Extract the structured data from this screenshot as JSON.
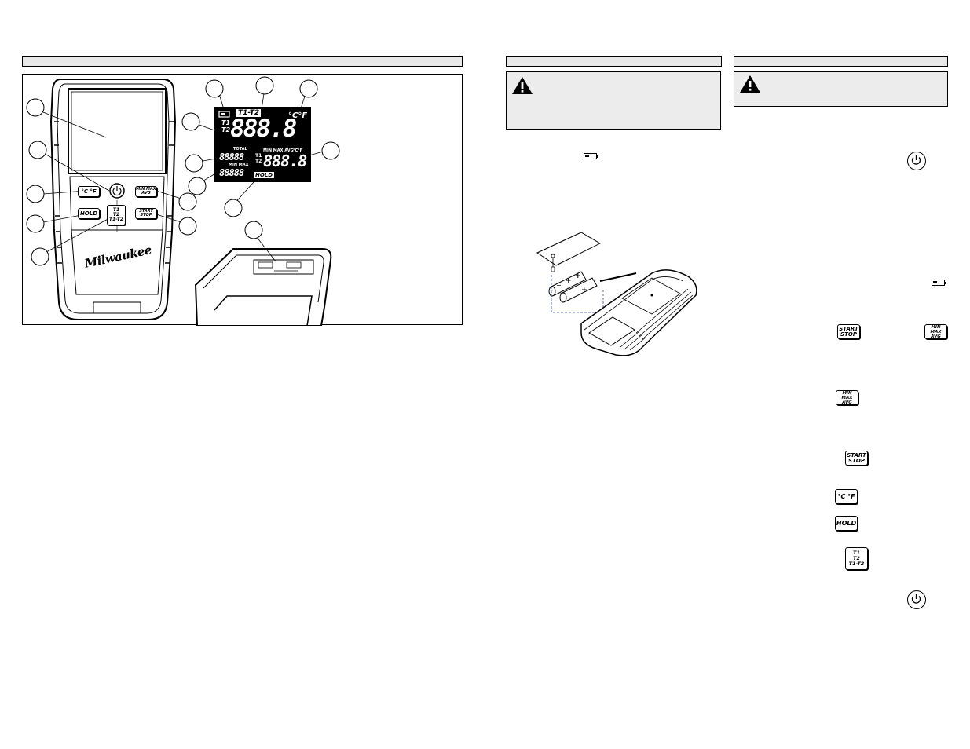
{
  "lcd": {
    "battery_mode_label": "T1-T2",
    "unit_label": "°C°F",
    "probe_t1": "T1",
    "probe_t2": "T2",
    "main_digits": "888.8",
    "total_label": "TOTAL",
    "total_digits": "88888",
    "min_max_label": "MIN MAX",
    "min_max_digits": "88888",
    "secondary_header": "MIN MAX AVG",
    "secondary_unit": "°C°F",
    "secondary_t1": "T1",
    "secondary_t2": "T2",
    "secondary_digits": "888.8",
    "hold_label": "HOLD"
  },
  "device": {
    "brand": "Milwaukee",
    "key_cf": "°C °F",
    "key_hold": "HOLD",
    "key_t1": "T1",
    "key_t2": "T2",
    "key_t1t2": "T1-T2",
    "key_minmax": "MIN MAX",
    "key_avg": "AVG",
    "key_start": "START",
    "key_stop": "STOP"
  },
  "keys": {
    "start": "START",
    "stop": "STOP",
    "minmax": "MIN MAX",
    "avg": "AVG",
    "cf": "°C °F",
    "hold": "HOLD",
    "t1": "T1",
    "t2": "T2",
    "t1t2": "T1-T2"
  }
}
